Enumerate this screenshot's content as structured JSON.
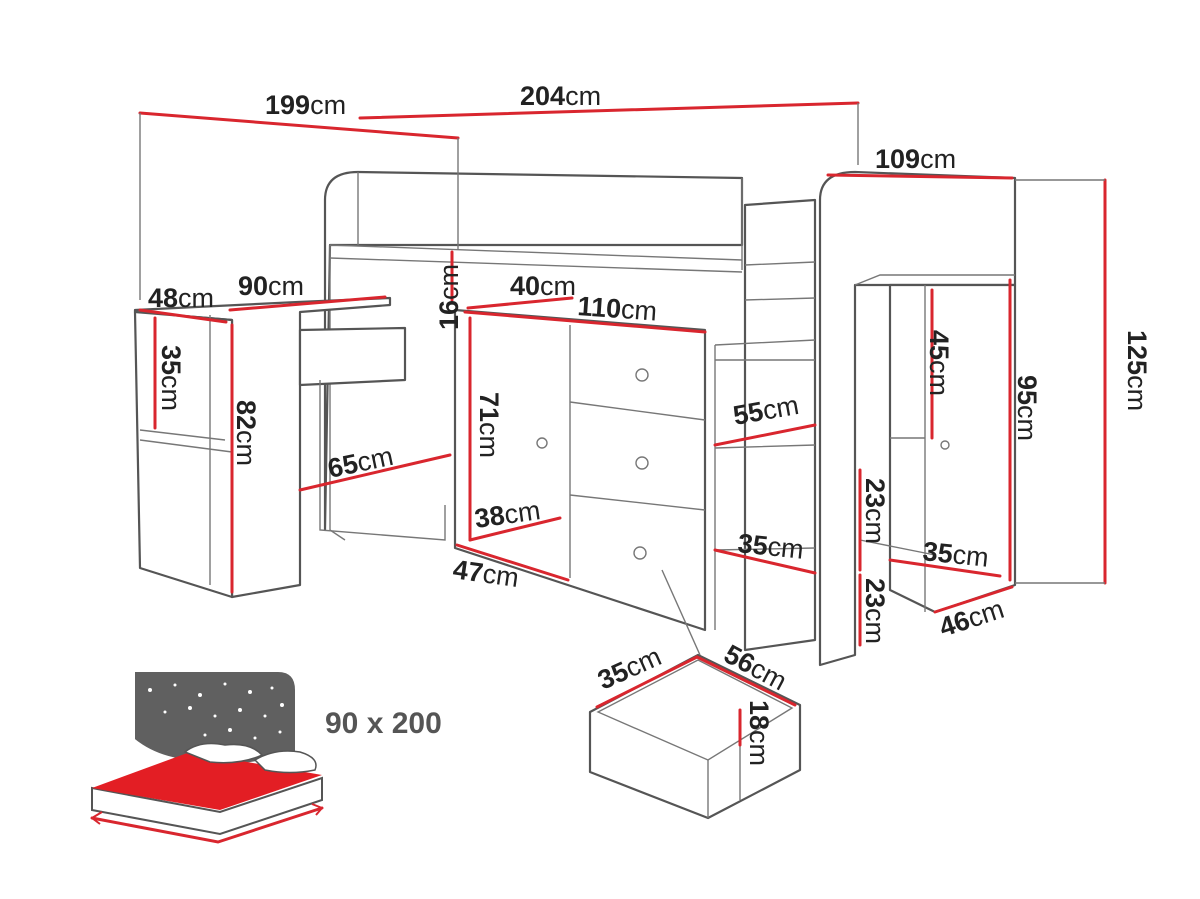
{
  "unit": "cm",
  "dimensions": {
    "total_length": "204",
    "top_length": "199",
    "depth": "109",
    "height": "125",
    "desk_length": "90",
    "desk_depth": "48",
    "desk_height": "82",
    "desk_shelf": "35",
    "desk_knee": "65",
    "shelf_gap": "16",
    "cabinet_width": "110",
    "cabinet_top": "40",
    "cabinet_height": "71",
    "cabinet_inner_depth": "38",
    "cabinet_depth": "47",
    "stair_width": "55",
    "stair_step": "35",
    "step_height_1": "23",
    "step_height_2": "23",
    "right_cabinet_upper": "45",
    "right_cabinet_height": "95",
    "right_cabinet_shelf": "35",
    "right_cabinet_depth": "46",
    "drawer_depth": "35",
    "drawer_width": "56",
    "drawer_height": "18"
  },
  "mattress_size": "90 x 200",
  "colors": {
    "dimension": "#d9262e",
    "outline": "#555555",
    "mattress": "#e31e24",
    "headboard": "#606060"
  }
}
